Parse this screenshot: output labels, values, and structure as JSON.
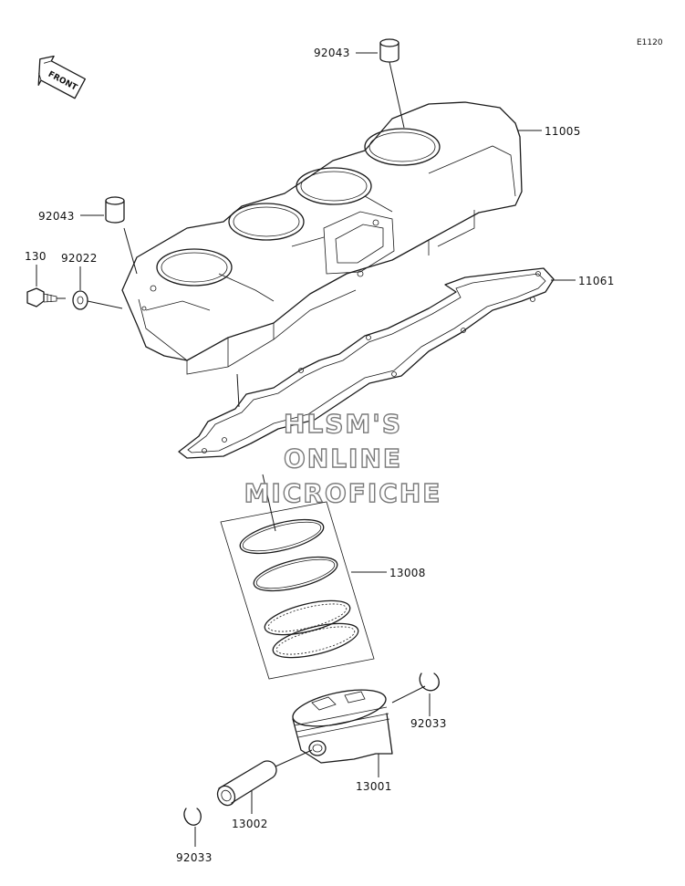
{
  "diagram_code": "E1120",
  "orientation_label": "FRONT",
  "watermark": {
    "line1": "HLSM'S",
    "line2": "ONLINE",
    "line3": "MICROFICHE"
  },
  "callouts": {
    "dowel_top": "92043",
    "cylinder": "11005",
    "dowel_left": "92043",
    "bolt": "130",
    "washer": "92022",
    "gasket": "11061",
    "ring_set": "13008",
    "circlip_right": "92033",
    "piston": "13001",
    "piston_pin": "13002",
    "circlip_bottom": "92033"
  }
}
